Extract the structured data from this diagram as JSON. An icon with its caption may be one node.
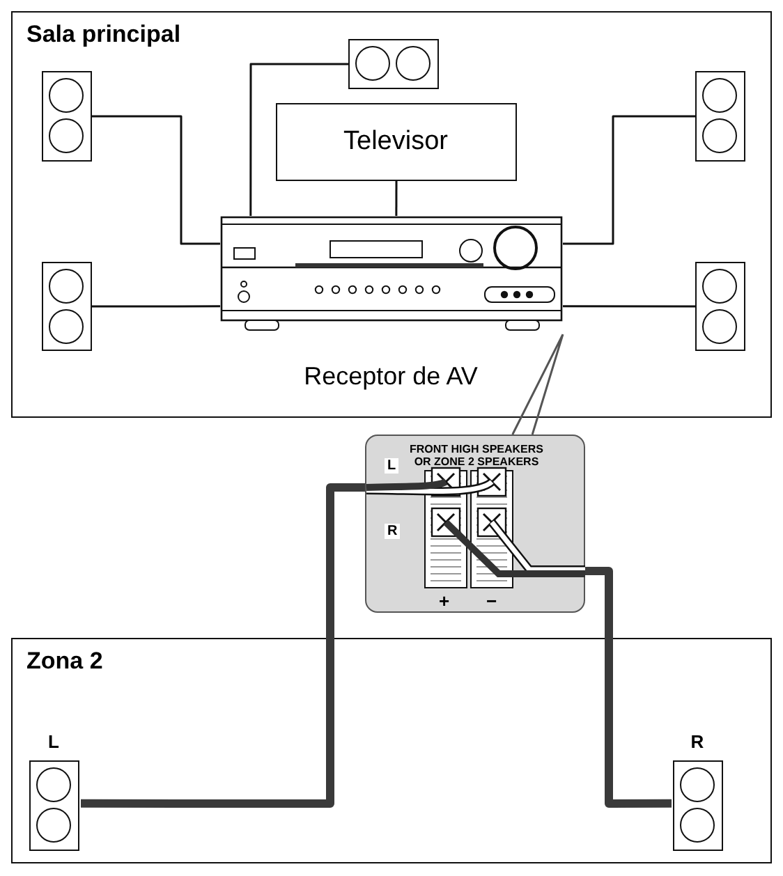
{
  "diagram": {
    "nodes": [
      {
        "text": [
          "Sala principal"
        ]
      },
      {
        "text": [],
        "shape": "box",
        "in": 0
      },
      {
        "text": [],
        "shape": "box",
        "in": 0
      },
      {
        "text": [],
        "shape": "box",
        "in": 0
      },
      {
        "text": [
          "Televisor"
        ],
        "in": 0
      },
      {
        "text": [
          "Receptor de AV"
        ],
        "in": 0
      },
      {
        "text": [],
        "shape": "box",
        "in": 0
      },
      {
        "text": [],
        "shape": "box",
        "in": 0
      },
      {
        "text": [
          "FRONT HIGH SPEAKERS OR ZONE 2 SPEAKERS"
        ]
      },
      {
        "text": [
          "Zona 2"
        ]
      },
      {
        "text": [
          "L"
        ],
        "in": 9
      },
      {
        "text": [
          "R"
        ],
        "in": 9
      }
    ],
    "edges": [
      {
        "from": 1,
        "to": 5,
        "arrow": "none"
      },
      {
        "from": 2,
        "to": 5,
        "arrow": "none"
      },
      {
        "from": 3,
        "to": 5,
        "arrow": "none"
      },
      {
        "from": 4,
        "to": 5,
        "arrow": "none"
      },
      {
        "from": 6,
        "to": 5,
        "arrow": "none"
      },
      {
        "from": 7,
        "to": 5,
        "arrow": "none"
      },
      {
        "from": 5,
        "to": 8,
        "arrow": "none"
      },
      {
        "from": 8,
        "to": 10,
        "arrow": "none",
        "style": "thick"
      },
      {
        "from": 8,
        "to": 11,
        "arrow": "none",
        "style": "thick"
      }
    ],
    "labels": [
      "L",
      "R",
      "+",
      "−"
    ]
  }
}
